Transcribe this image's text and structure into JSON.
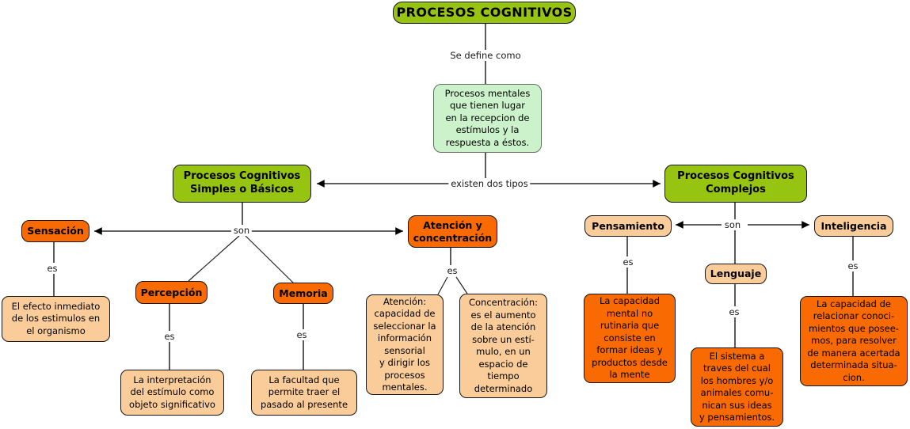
{
  "title": "PROCESOS COGNITIVOS",
  "definition": "Procesos mentales\nque tienen lugar\nen la recepcion de\nestímulos y la\nrespuesta a éstos.",
  "labels": {
    "define": "Se define como",
    "types": "existen dos tipos",
    "son": "son",
    "es": "es"
  },
  "simple": {
    "label": "Procesos Cognitivos\nSimples o Básicos",
    "sensacion": {
      "label": "Sensación",
      "definition": "El efecto inmediato\nde los estimulos en\nel organismo"
    },
    "percepcion": {
      "label": "Percepción",
      "definition": "La interpretación\ndel estímulo como\nobjeto significativo"
    },
    "memoria": {
      "label": "Memoria",
      "definition": "La facultad que\npermite traer el\npasado al presente"
    },
    "atencion": {
      "label": "Atención y\nconcentración",
      "def_atencion": "Atención:\ncapacidad de\nseleccionar la\ninformación\nsensorial\ny dirigir los\nprocesos\nmentales.",
      "def_concentracion": "Concentración:\nes el aumento\nde la atención\nsobre un estí-\nmulo, en un\nespacio de\ntiempo\ndeterminado"
    }
  },
  "complejos": {
    "label": "Procesos Cognitivos\nComplejos",
    "pensamiento": {
      "label": "Pensamiento",
      "definition": "La capacidad\nmental no\nrutinaria que\nconsiste en\nformar ideas y\nproductos desde\nla mente"
    },
    "lenguaje": {
      "label": "Lenguaje",
      "definition": "El sistema a\ntraves del cual\nlos hombres y/o\nanimales comu-\nnican sus ideas\ny pensamientos."
    },
    "inteligencia": {
      "label": "Inteligencia",
      "definition": "La capacidad de\nrelacionar conoci-\nmientos que posee-\nmos, para resolver\nde manera acertada\ndeterminada situa-\ncion."
    }
  },
  "colors": {
    "green": "#97c411",
    "pale_green": "#ccf2cc",
    "orange": "#f96a02",
    "peach": "#facc99"
  }
}
